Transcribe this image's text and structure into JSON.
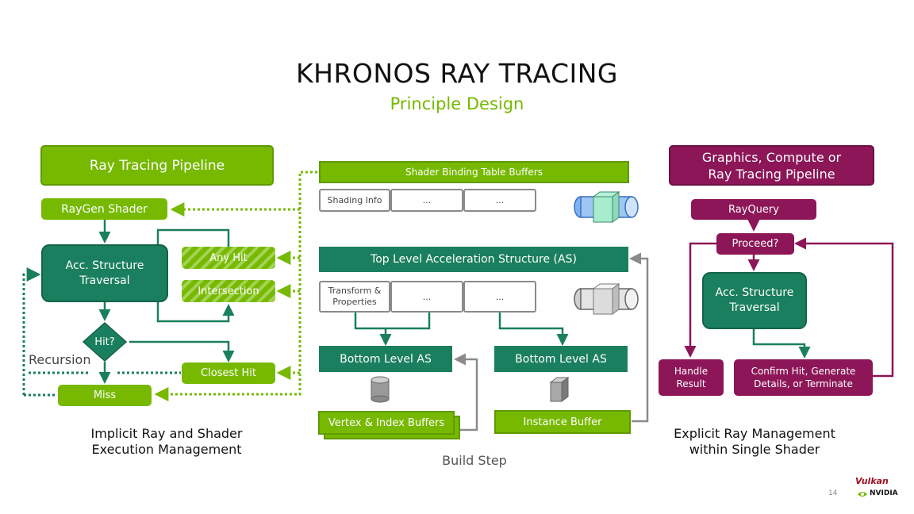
{
  "slide": {
    "title": "KHRONOS RAY TRACING",
    "subtitle": "Principle Design",
    "page_number": "14",
    "logos": [
      "Vulkan",
      "NVIDIA"
    ]
  },
  "left": {
    "header": "Ray Tracing Pipeline",
    "raygen": "RayGen Shader",
    "traversal": "Acc. Structure\nTraversal",
    "any_hit": "Any Hit",
    "intersection": "Intersection",
    "hit_q": "Hit?",
    "recursion": "Recursion",
    "closest_hit": "Closest Hit",
    "miss": "Miss",
    "caption": "Implicit Ray and Shader\nExecution Management"
  },
  "middle": {
    "sbt": "Shader Binding Table Buffers",
    "shading_info": "Shading Info",
    "ellipsis": "...",
    "tlas": "Top Level Acceleration Structure (AS)",
    "transform": "Transform &\nProperties",
    "blas": "Bottom Level AS",
    "vertex_index": "Vertex & Index Buffers",
    "instance": "Instance Buffer",
    "caption": "Build Step"
  },
  "right": {
    "header": "Graphics, Compute or\nRay Tracing Pipeline",
    "rayquery": "RayQuery",
    "proceed": "Proceed?",
    "traversal": "Acc. Structure\nTraversal",
    "handle": "Handle\nResult",
    "confirm": "Confirm Hit, Generate\nDetails, or Terminate",
    "caption": "Explicit Ray Management\nwithin Single Shader"
  },
  "colors": {
    "light_green": "#76b900",
    "dark_green": "#1a7f5e",
    "magenta": "#8c1657",
    "gray": "#8a8a8a"
  }
}
